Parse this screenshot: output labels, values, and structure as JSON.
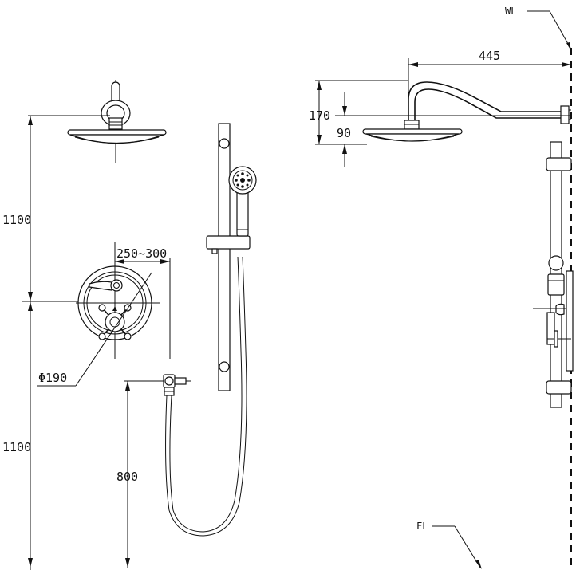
{
  "dimensions": {
    "top_height": "1100",
    "bottom_height": "1100",
    "arm_spread": "250~300",
    "plate_diameter": "Φ190",
    "outlet_height": "800",
    "arm_reach": "445",
    "arm_rise": "170",
    "head_drop": "90"
  },
  "markers": {
    "wall_line": "WL",
    "floor_line": "FL"
  },
  "colors": {
    "line": "#111111",
    "background": "#ffffff"
  }
}
